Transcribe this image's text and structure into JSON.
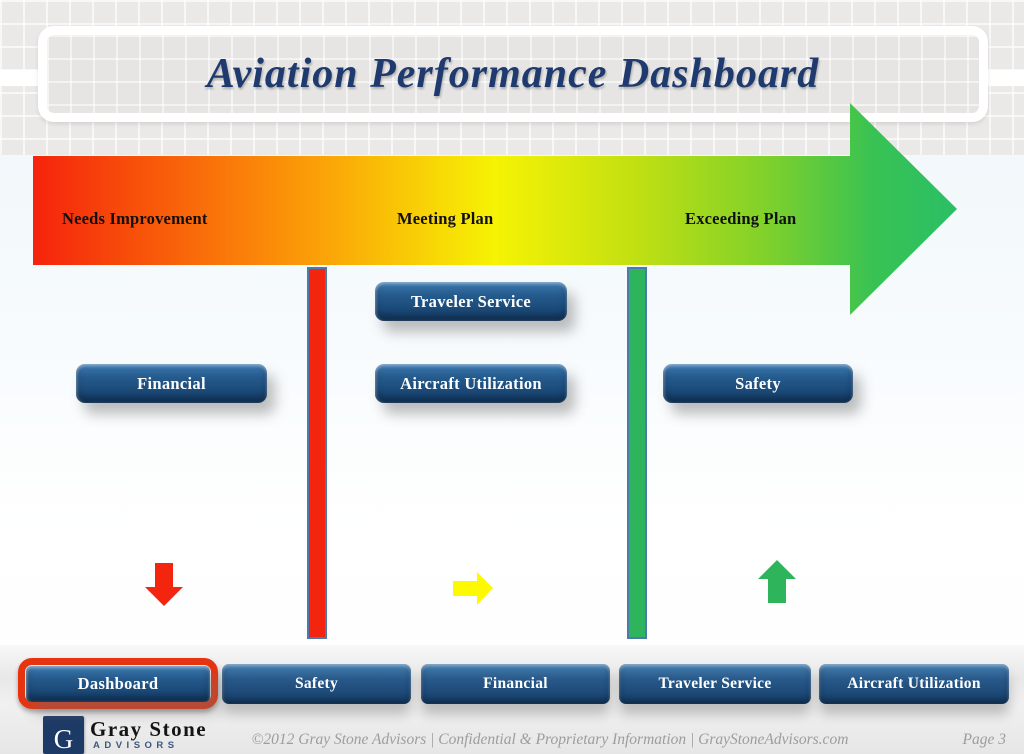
{
  "header": {
    "title": "Aviation Performance Dashboard"
  },
  "gauge": {
    "zones": [
      {
        "label": "Needs Improvement",
        "color": "#f5230c"
      },
      {
        "label": "Meeting Plan",
        "color": "#f6f304"
      },
      {
        "label": "Exceeding Plan",
        "color": "#2abf66"
      }
    ]
  },
  "metrics": {
    "financial": {
      "label": "Financial"
    },
    "traveler_service": {
      "label": "Traveler Service"
    },
    "aircraft_utilization": {
      "label": "Aircraft Utilization"
    },
    "safety": {
      "label": "Safety"
    }
  },
  "trend_indicators": [
    {
      "icon": "down-arrow",
      "color": "#f3250f",
      "zone": "Needs Improvement"
    },
    {
      "icon": "right-arrow",
      "color": "#fdf900",
      "zone": "Meeting Plan"
    },
    {
      "icon": "up-arrow",
      "color": "#2eb55b",
      "zone": "Exceeding Plan"
    }
  ],
  "nav": {
    "items": [
      {
        "label": "Dashboard",
        "active": true
      },
      {
        "label": "Safety",
        "active": false
      },
      {
        "label": "Financial",
        "active": false
      },
      {
        "label": "Traveler Service",
        "active": false
      },
      {
        "label": "Aircraft Utilization",
        "active": false
      }
    ]
  },
  "footer": {
    "logo": {
      "monogram": "G",
      "name": "Gray Stone",
      "subtitle": "ADVISORS"
    },
    "copyright": "©2012 Gray Stone Advisors | Confidential & Proprietary Information | GrayStoneAdvisors.com",
    "page_label": "Page 3"
  },
  "colors": {
    "accent_navy": "#1e3a6e",
    "button_blue": "#1b4a78",
    "status_red": "#f3250f",
    "status_yellow": "#fdf900",
    "status_green": "#2eb45c",
    "active_ring_red": "#e73410"
  }
}
